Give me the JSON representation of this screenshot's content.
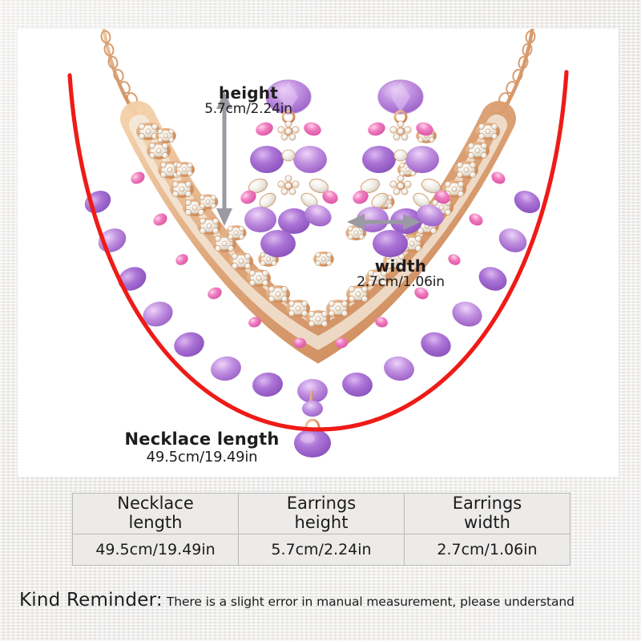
{
  "background": {
    "page_color": "#ebe9e7",
    "panel_color": "#ffffff"
  },
  "product": {
    "type": "jewelry-set",
    "items": [
      "necklace",
      "earrings"
    ],
    "metal_color": "#d79a6e",
    "stone_colors": [
      "#a06fd0",
      "#c97fd8",
      "#e86fb0",
      "#f0eee9"
    ]
  },
  "measurements": {
    "height": {
      "title": "height",
      "value": "5.7cm/2.24in",
      "arrow": "vertical-double-arrow",
      "arrow_color": "#9a9aa2"
    },
    "width": {
      "title": "width",
      "value": "2.7cm/1.06in",
      "arrow": "horizontal-double-arrow",
      "arrow_color": "#9a9aa2"
    },
    "necklace_length": {
      "title": "Necklace length",
      "value": "49.5cm/19.49in",
      "guide": "red-curve",
      "guide_color": "#ee1b17"
    }
  },
  "spec_table": {
    "headers": [
      {
        "line1": "Necklace",
        "line2": "length"
      },
      {
        "line1": "Earrings",
        "line2": "height"
      },
      {
        "line1": "Earrings",
        "line2": "width"
      }
    ],
    "values": [
      "49.5cm/19.49in",
      "5.7cm/2.24in",
      "2.7cm/1.06in"
    ],
    "cell_color": "#edebe9",
    "border_color": "#b9b9b9"
  },
  "reminder": {
    "lead": "Kind Reminder:",
    "body": "There is a slight error in manual measurement, please understand"
  }
}
